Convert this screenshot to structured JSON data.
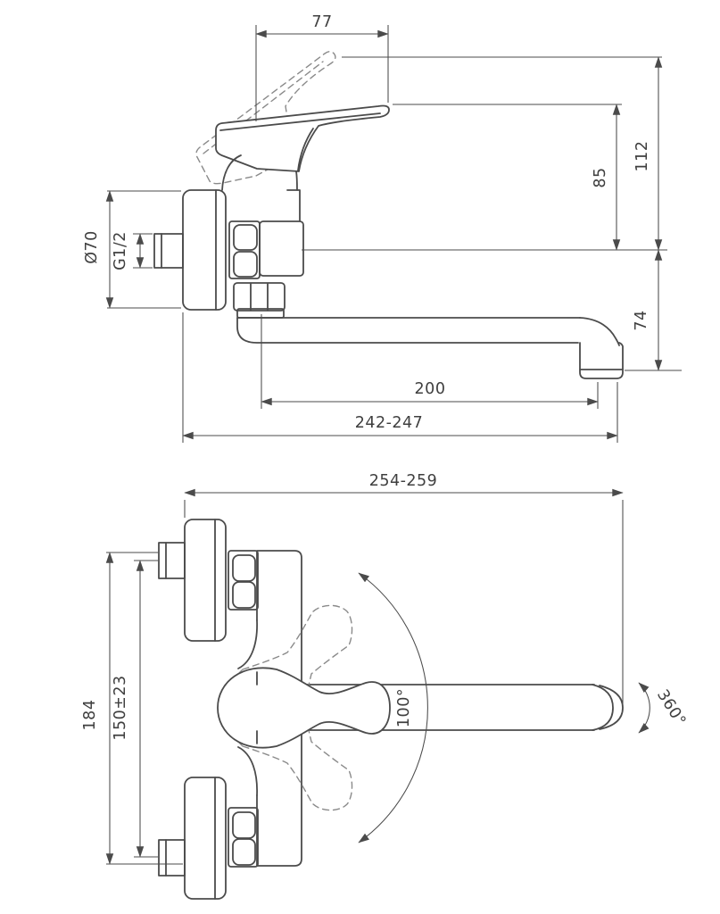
{
  "drawing": {
    "kind": "technical dimension drawing, wall-mounted single-lever mixer with swivel spout",
    "colors": {
      "line": "#4b4b4b",
      "text": "#3f3f3f",
      "background": "#ffffff"
    },
    "side_view": {
      "dims": {
        "lever_length": "77",
        "open_height": "112",
        "closed_height": "85",
        "escutcheon_diameter": "Ø70",
        "thread": "G1/2",
        "spout_drop": "74",
        "spout_reach": "200",
        "wall_to_aerator": "242-247"
      }
    },
    "plan_view": {
      "dims": {
        "wall_to_spout_end": "254-259",
        "overall_span": "184",
        "connection_spacing": "150±23",
        "handle_swing": "100°",
        "spout_swivel": "360°"
      }
    }
  }
}
